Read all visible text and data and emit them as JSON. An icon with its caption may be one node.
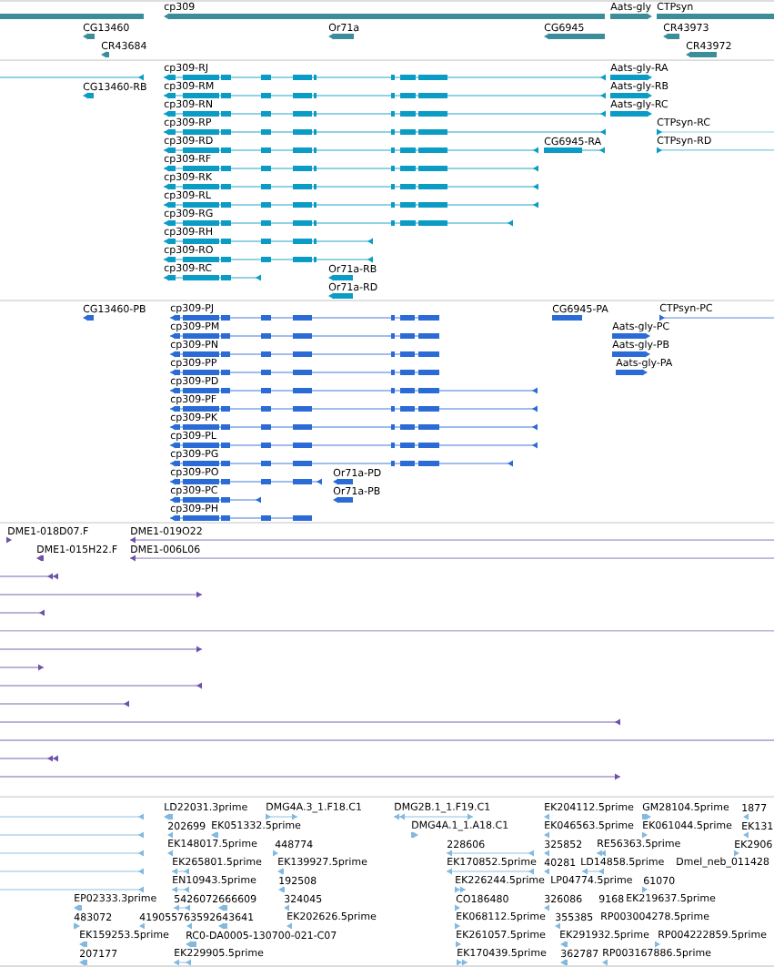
{
  "diagram": {
    "labels": [
      "cp309",
      "Aats-gly",
      "CTPsyn",
      "CG13460",
      "Or71a",
      "CG6945",
      "CR43973",
      "CR43684",
      "CR43972",
      "cp309-RJ",
      "Aats-gly-RA",
      "CG13460-RB",
      "cp309-RM",
      "Aats-gly-RB",
      "cp309-RN",
      "Aats-gly-RC",
      "cp309-RP",
      "CTPsyn-RC",
      "cp309-RD",
      "CG6945-RA",
      "CTPsyn-RD",
      "cp309-RF",
      "cp309-RK",
      "cp309-RL",
      "cp309-RG",
      "cp309-RH",
      "cp309-RO",
      "cp309-RC",
      "Or71a-RB",
      "Or71a-RD",
      "CG13460-PB",
      "cp309-PJ",
      "CG6945-PA",
      "CTPsyn-PC",
      "cp309-PM",
      "Aats-gly-PC",
      "cp309-PN",
      "Aats-gly-PB",
      "cp309-PP",
      "Aats-gly-PA",
      "cp309-PD",
      "cp309-PF",
      "cp309-PK",
      "cp309-PL",
      "cp309-PG",
      "cp309-PO",
      "Or71a-PD",
      "cp309-PC",
      "Or71a-PB",
      "cp309-PH",
      "DME1-018D07.F",
      "DME1-019O22",
      "DME1-015H22.F",
      "DME1-006L06",
      "LD22031.3prime",
      "DMG4A.3_1.F18.C1",
      "DMG2B.1_1.F19.C1",
      "EK204112.5prime",
      "GM28104.5prime",
      "1877",
      "202699",
      "EK051332.5prime",
      "DMG4A.1_1.A18.C1",
      "EK046563.5prime",
      "EK061044.5prime",
      "EK131",
      "EK148017.5prime",
      "448774",
      "228606",
      "325852",
      "RE56363.5prime",
      "EK2906",
      "EK265801.5prime",
      "EK139927.5prime",
      "EK170852.5prime",
      "40281",
      "LD14858.5prime",
      "Dmel_neb_011428",
      "EN10943.5prime",
      "192508",
      "EK226244.5prime",
      "LP04774.5prime",
      "61070",
      "EP02333.3prime",
      "5426072666609",
      "324045",
      "CO186480",
      "326086",
      "9168",
      "EK219637.5prime",
      "483072",
      "419055763592643641",
      "EK202626.5prime",
      "EK068112.5prime",
      "355385",
      "RP003004278.5prime",
      "EK159253.5prime",
      "RC0-DA0005-130700-021-C07",
      "EK261057.5prime",
      "EK291932.5prime",
      "RP004222859.5prime",
      "207177",
      "EK229905.5prime",
      "EK170439.5prime",
      "362787",
      "RP003167886.5prime"
    ]
  }
}
